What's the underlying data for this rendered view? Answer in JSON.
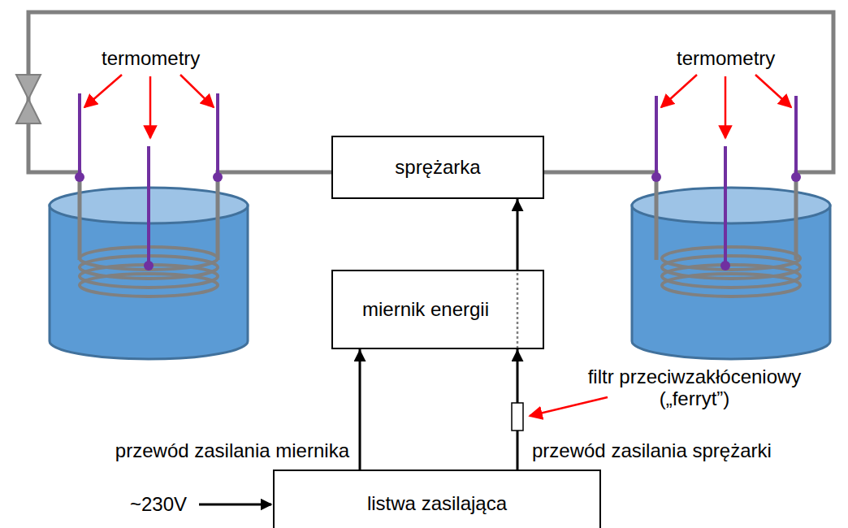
{
  "diagram": {
    "nodes": [
      {
        "text": [
          "sprężarka"
        ]
      },
      {
        "text": [
          "miernik energii"
        ]
      },
      {
        "text": [
          "listwa zasilająca"
        ]
      }
    ],
    "edges": [
      {
        "from": 2,
        "to": 1,
        "arrow": "to"
      },
      {
        "from": 2,
        "to": 1,
        "arrow": "to"
      },
      {
        "from": 1,
        "to": 0,
        "arrow": "to"
      }
    ],
    "labels": [
      "termometry",
      "termometry",
      "filtr przeciwzakłóceniowy („ferryt”)",
      "przewód zasilania miernika",
      "przewód zasilania sprężarki",
      "~230V"
    ]
  }
}
